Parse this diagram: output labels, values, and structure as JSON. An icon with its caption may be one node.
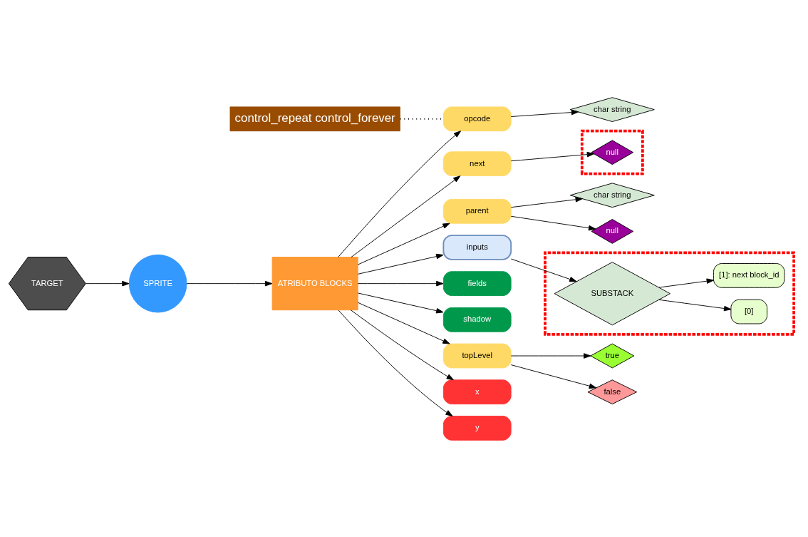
{
  "diagram": {
    "nodes": [
      {
        "text": [
          "TARGET"
        ]
      },
      {
        "text": [
          "SPRITE"
        ]
      },
      {
        "text": [
          "ATRIBUTO BLOCKS"
        ]
      },
      {
        "text": [
          "control_repeat control_forever"
        ]
      },
      {
        "text": [
          "opcode"
        ]
      },
      {
        "text": [
          "next"
        ]
      },
      {
        "text": [
          "parent"
        ]
      },
      {
        "text": [
          "inputs"
        ]
      },
      {
        "text": [
          "fields"
        ]
      },
      {
        "text": [
          "shadow"
        ]
      },
      {
        "text": [
          "topLevel"
        ]
      },
      {
        "text": [
          "x"
        ]
      },
      {
        "text": [
          "y"
        ]
      },
      {
        "text": [
          "char string"
        ]
      },
      {
        "text": [],
        "shape": "box"
      },
      {
        "text": [
          "null"
        ],
        "in": 14
      },
      {
        "text": [
          "char string"
        ]
      },
      {
        "text": [
          "null"
        ]
      },
      {
        "text": [],
        "shape": "box"
      },
      {
        "text": [
          "SUBSTACK"
        ],
        "in": 18
      },
      {
        "text": [
          "[0]"
        ],
        "in": 18
      },
      {
        "text": [
          "[1]: next block_id"
        ],
        "in": 18
      },
      {
        "text": [
          "true"
        ]
      },
      {
        "text": [
          "false"
        ]
      }
    ],
    "edges": [
      {
        "from": 0,
        "to": 1,
        "arrow": "to"
      },
      {
        "from": 1,
        "to": 2,
        "arrow": "to"
      },
      {
        "from": 2,
        "to": 4,
        "arrow": "to"
      },
      {
        "from": 2,
        "to": 5,
        "arrow": "to"
      },
      {
        "from": 2,
        "to": 6,
        "arrow": "to"
      },
      {
        "from": 2,
        "to": 7,
        "arrow": "to"
      },
      {
        "from": 2,
        "to": 8,
        "arrow": "to"
      },
      {
        "from": 2,
        "to": 9,
        "arrow": "to"
      },
      {
        "from": 2,
        "to": 10,
        "arrow": "to"
      },
      {
        "from": 2,
        "to": 11,
        "arrow": "to"
      },
      {
        "from": 2,
        "to": 12,
        "arrow": "to"
      },
      {
        "from": 3,
        "to": 4,
        "arrow": "none",
        "style": "dashed"
      },
      {
        "from": 4,
        "to": 13,
        "arrow": "to"
      },
      {
        "from": 5,
        "to": 15,
        "arrow": "to"
      },
      {
        "from": 6,
        "to": 16,
        "arrow": "to"
      },
      {
        "from": 6,
        "to": 17,
        "arrow": "to"
      },
      {
        "from": 7,
        "to": 19,
        "arrow": "to"
      },
      {
        "from": 19,
        "to": 20,
        "arrow": "to"
      },
      {
        "from": 19,
        "to": 21,
        "arrow": "to"
      },
      {
        "from": 10,
        "to": 22,
        "arrow": "to"
      },
      {
        "from": 10,
        "to": 23,
        "arrow": "to"
      }
    ]
  }
}
